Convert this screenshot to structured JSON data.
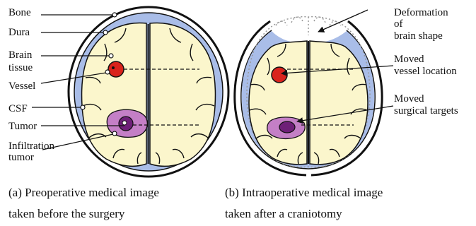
{
  "colors": {
    "csf": "#a9bde8",
    "brain": "#fbf6cc",
    "vessel": "#d9231c",
    "tumor_infiltration": "#c47fc6",
    "tumor_core": "#6e1f78",
    "outline": "#111111"
  },
  "panel_a": {
    "labels": {
      "bone": "Bone",
      "dura": "Dura",
      "brain_1": "Brain",
      "brain_2": "tissue",
      "vessel": "Vessel",
      "csf": "CSF",
      "tumor": "Tumor",
      "infiltration_1": "Infiltration",
      "infiltration_2": "tumor"
    },
    "caption": {
      "line1": "(a) Preoperative medical image",
      "line2": "taken before the surgery"
    }
  },
  "panel_b": {
    "labels": {
      "deformation_1": "Deformation",
      "deformation_2": "of",
      "deformation_3": "brain shape",
      "moved_vessel_1": "Moved",
      "moved_vessel_2": "vessel location",
      "moved_targets_1": "Moved",
      "moved_targets_2": "surgical targets"
    },
    "caption": {
      "line1": "(b) Intraoperative medical image",
      "line2": "taken after a craniotomy"
    }
  }
}
